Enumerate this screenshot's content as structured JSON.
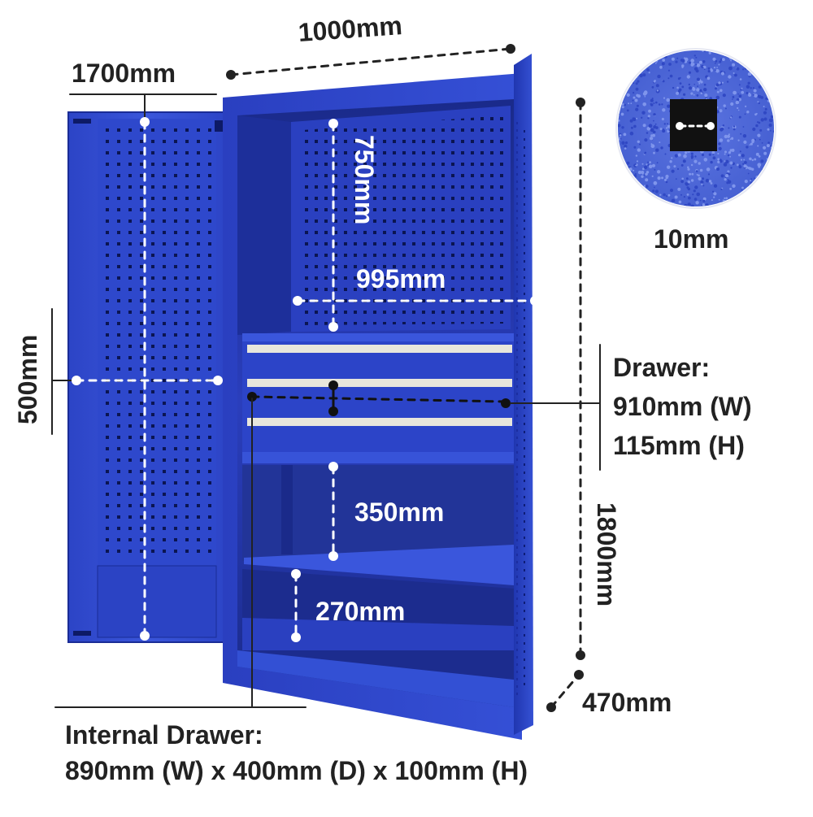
{
  "product": {
    "colors": {
      "cabinet_blue": "#2f46c8",
      "cabinet_dark": "#0c1b6e",
      "drawer_rail": "#e8e6dc",
      "label_text": "#222222",
      "inner_label": "#ffffff"
    }
  },
  "dimensions": {
    "width": "1000mm",
    "door_height": "1700mm",
    "door_width": "500mm",
    "pegboard_height": "750mm",
    "internal_width": "995mm",
    "lower_compartment": "350mm",
    "bottom_compartment": "270mm",
    "cabinet_height": "1800mm",
    "depth": "470mm",
    "hole_size": "10mm"
  },
  "drawer": {
    "title": "Drawer:",
    "width": "910mm (W)",
    "height": "115mm (H)"
  },
  "internal_drawer": {
    "title": "Internal Drawer:",
    "spec": "890mm (W) x 400mm (D) x 100mm (H)"
  }
}
